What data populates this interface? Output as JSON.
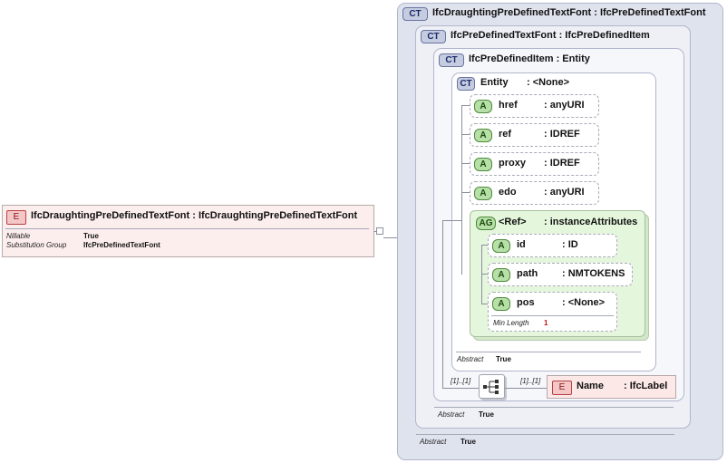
{
  "element": {
    "badge": "E",
    "title": "IfcDraughtingPreDefinedTextFont : IfcDraughtingPreDefinedTextFont",
    "props": [
      {
        "key": "Nillable",
        "value": "True"
      },
      {
        "key": "Substitution Group",
        "value": "IfcPreDefinedTextFont"
      }
    ]
  },
  "ct1": {
    "badge": "CT",
    "title": "IfcDraughtingPreDefinedTextFont : IfcPreDefinedTextFont",
    "abstract_key": "Abstract",
    "abstract_value": "True"
  },
  "ct2": {
    "badge": "CT",
    "title": "IfcPreDefinedTextFont : IfcPreDefinedItem",
    "abstract_key": "Abstract",
    "abstract_value": "True"
  },
  "ct3": {
    "badge": "CT",
    "title": "IfcPreDefinedItem : Entity"
  },
  "ct4": {
    "badge": "CT",
    "name": "Entity",
    "type": ": <None>",
    "abstract_key": "Abstract",
    "abstract_value": "True"
  },
  "attributes": [
    {
      "badge": "A",
      "name": "href",
      "type": ": anyURI"
    },
    {
      "badge": "A",
      "name": "ref",
      "type": ": IDREF"
    },
    {
      "badge": "A",
      "name": "proxy",
      "type": ": IDREF"
    },
    {
      "badge": "A",
      "name": "edo",
      "type": ": anyURI"
    }
  ],
  "attribute_group": {
    "badge": "AG",
    "name": "<Ref>",
    "type": ": instanceAttributes",
    "attributes": [
      {
        "badge": "A",
        "name": "id",
        "type": ": ID"
      },
      {
        "badge": "A",
        "name": "path",
        "type": ": NMTOKENS"
      },
      {
        "badge": "A",
        "name": "pos",
        "type": ": <None>",
        "prop_key": "Min Length",
        "prop_value": "1"
      }
    ]
  },
  "sequence": {
    "occ_in": "[1]..[1]",
    "occ_out": "[1]..[1]"
  },
  "name_element": {
    "badge": "E",
    "name": "Name",
    "type": ": IfcLabel"
  },
  "colors": {
    "ct_border": "#b2b6cc",
    "attr_fill": "#b7e0a8",
    "element_fill": "#f3c7c7",
    "group_fill": "#e4f6dc"
  }
}
